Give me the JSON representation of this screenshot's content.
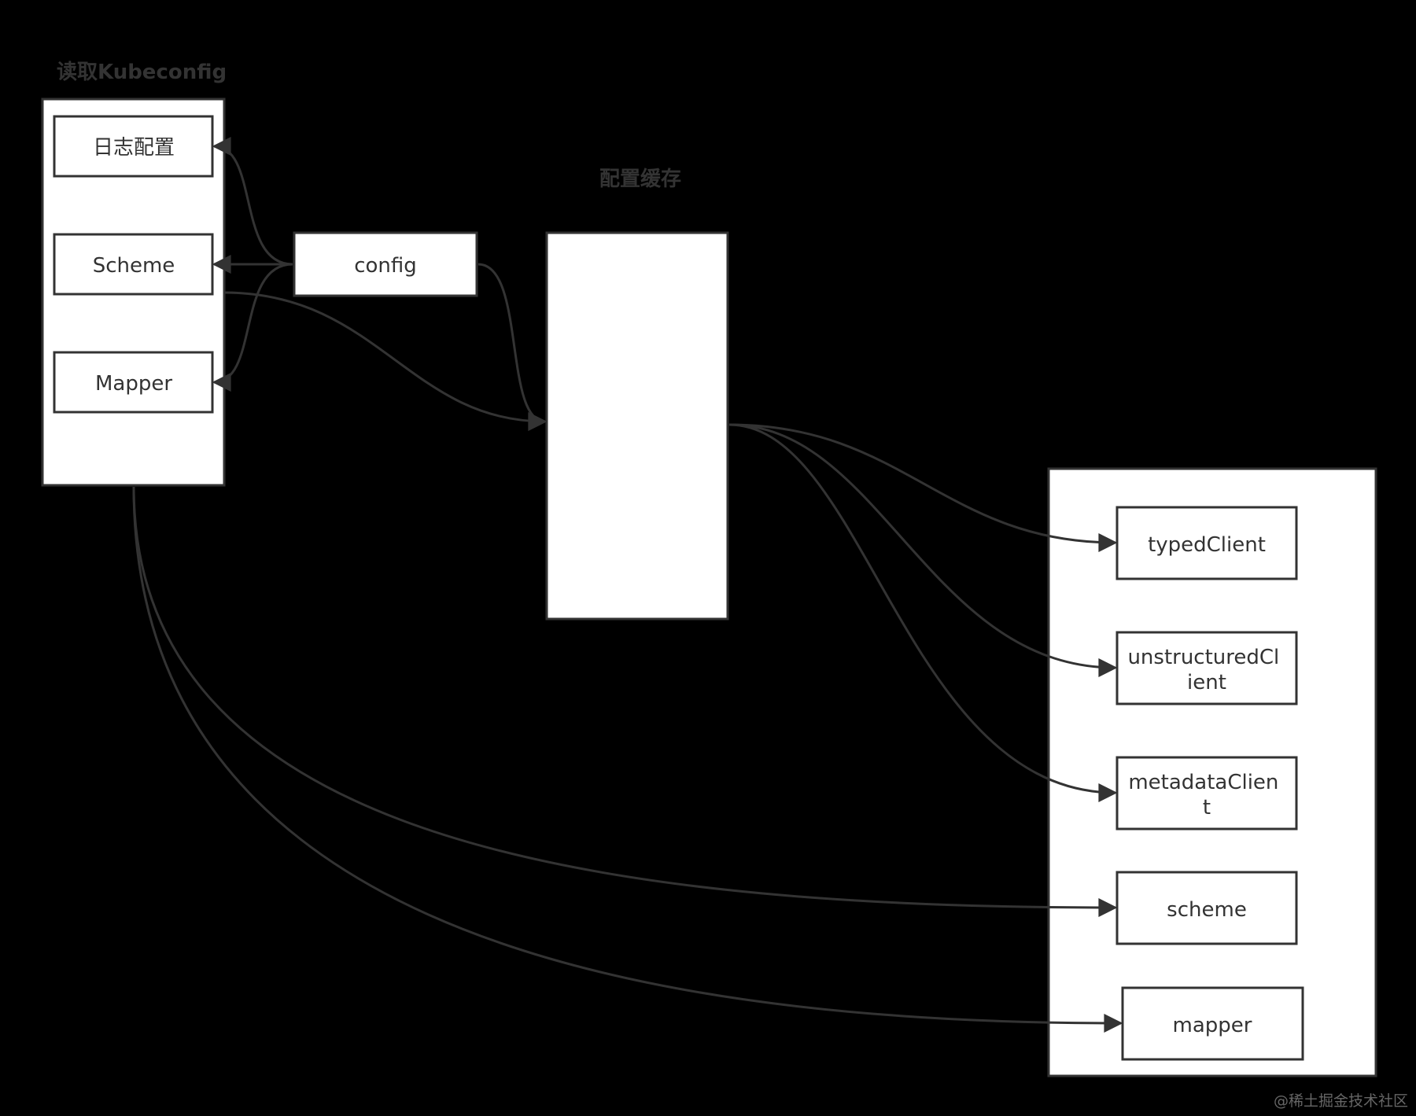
{
  "groups": {
    "kubeconfig": {
      "title": "读取Kubeconfig"
    },
    "cache": {
      "title": "配置缓存"
    }
  },
  "nodes": {
    "log_config": "日志配置",
    "scheme": "Scheme",
    "mapper": "Mapper",
    "config": "config",
    "typed_client": [
      "typedClient"
    ],
    "unstructured_client": [
      "unstructuredCl",
      "ient"
    ],
    "metadata_client": [
      "metadataClien",
      "t"
    ],
    "scheme_out": [
      "scheme"
    ],
    "mapper_out": [
      "mapper"
    ]
  },
  "watermark": "@稀土掘金技术社区",
  "colors": {
    "background": "#000000",
    "box_fill": "#ffffff",
    "stroke": "#333333"
  }
}
